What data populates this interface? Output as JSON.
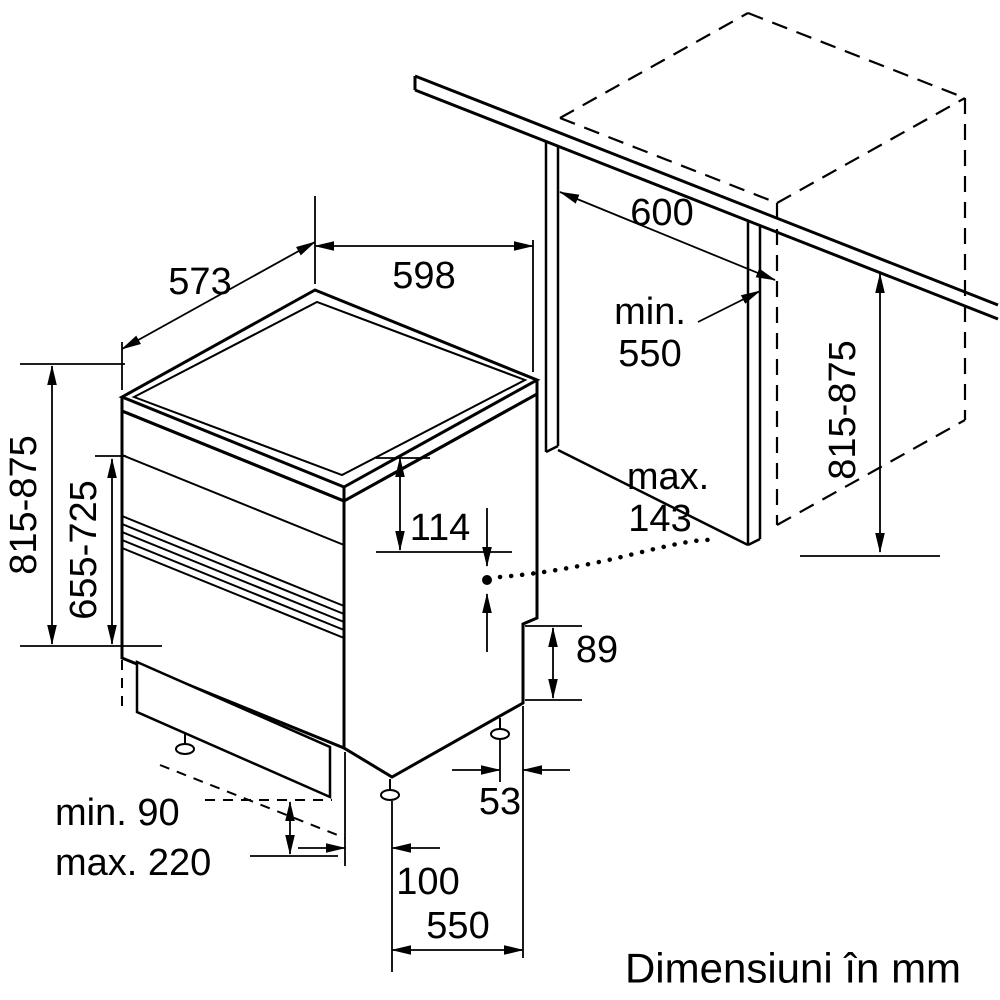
{
  "diagram": {
    "caption": "Dimensiuni în mm",
    "colors": {
      "line": "#000000",
      "background": "#ffffff"
    },
    "labels": {
      "appliance_depth": "573",
      "appliance_width": "598",
      "niche_width": "600",
      "niche_depth_min_l1": "min.",
      "niche_depth_min_l2": "550",
      "appliance_height": "815-875",
      "front_height": "655-725",
      "panel_height": "114",
      "door_projection_l1": "max.",
      "door_projection_l2": "143",
      "rear_base_height": "89",
      "rear_foot_offset": "53",
      "plinth_min": "min. 90",
      "plinth_max": "max. 220",
      "front_foot_offset": "100",
      "feet_span": "550",
      "niche_height": "815-875"
    }
  }
}
